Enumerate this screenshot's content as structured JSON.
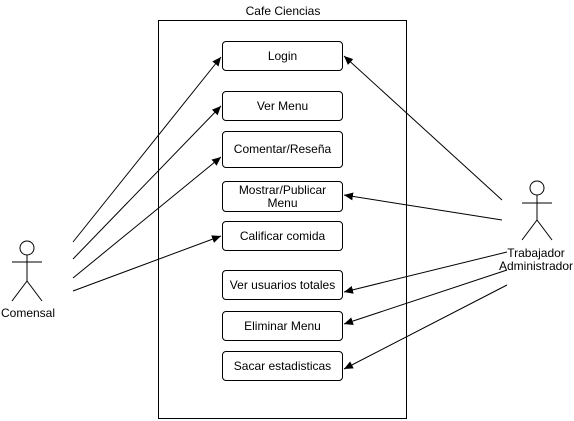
{
  "system": {
    "title": "Cafe Ciencias"
  },
  "actors": {
    "comensal": {
      "label": "Comensal"
    },
    "worker": {
      "label_line1": "Trabajador",
      "label_line2": "Administrador"
    }
  },
  "use_cases": {
    "login": "Login",
    "ver_menu": "Ver Menu",
    "comentar": "Comentar/Reseña",
    "mostrar_line1": "Mostrar/Publicar",
    "mostrar_line2": "Menu",
    "calificar": "Calificar comida",
    "ver_usuarios": "Ver usuarios totales",
    "eliminar": "Eliminar Menu",
    "estadisticas": "Sacar estadisticas"
  },
  "colors": {
    "stroke": "#000000",
    "background": "#ffffff"
  }
}
